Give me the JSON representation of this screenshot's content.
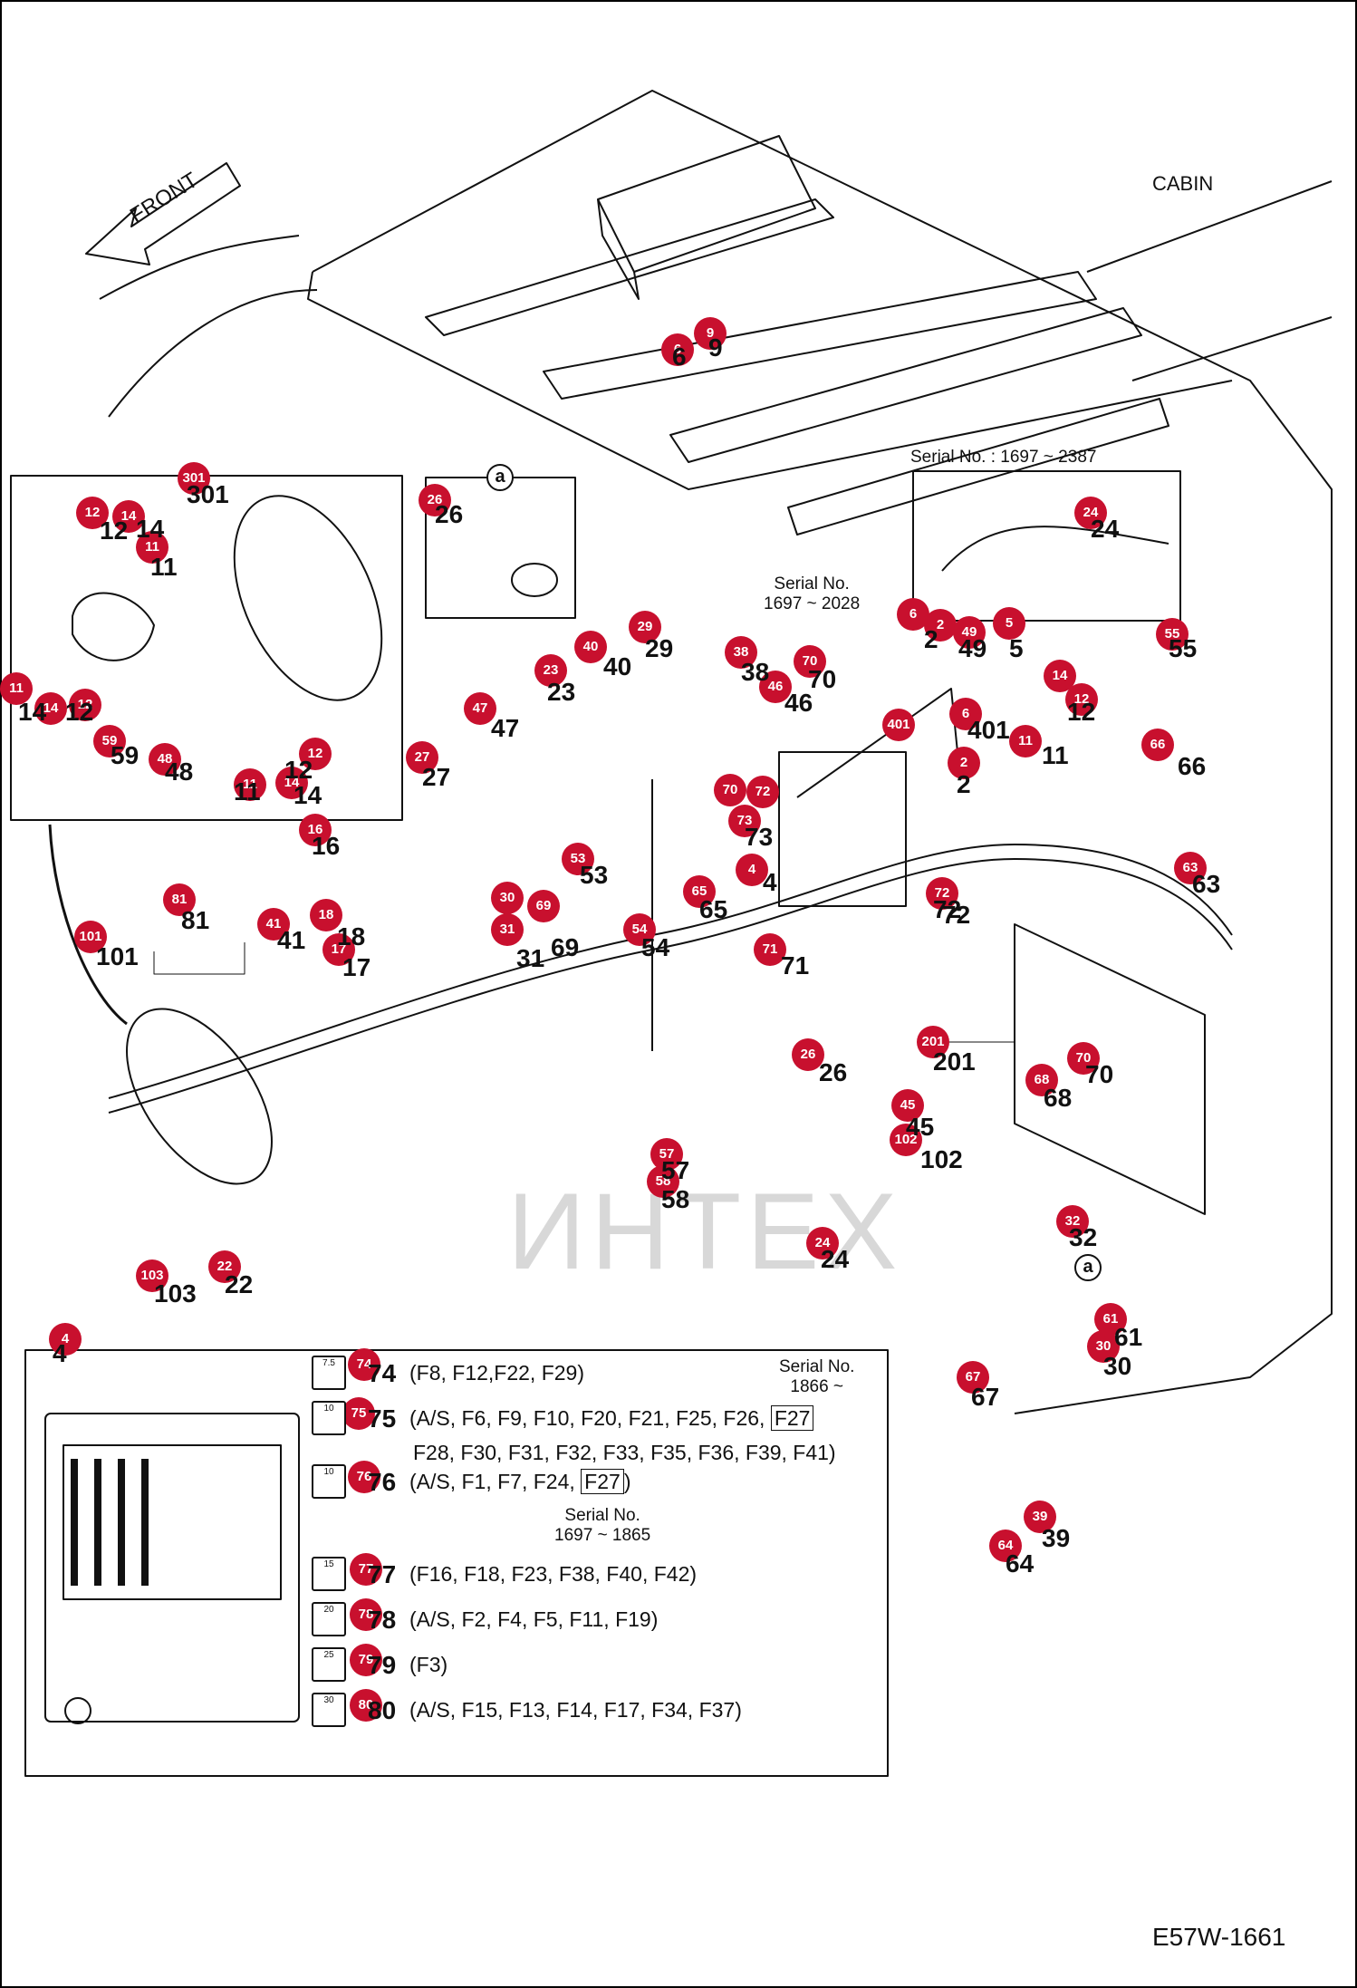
{
  "labels": {
    "front": "FRONT",
    "cabin": "CABIN",
    "drawing_code": "E57W-1661",
    "watermark": "ИНТЕХ",
    "detail_a": "a"
  },
  "serial_notes": [
    {
      "id": "s1",
      "text": "Serial No. : 1697 ~ 2387"
    },
    {
      "id": "s2",
      "text": "Serial No.\n1697 ~ 2028"
    }
  ],
  "callouts": [
    {
      "n": "6"
    },
    {
      "n": "9"
    },
    {
      "n": "301"
    },
    {
      "n": "12"
    },
    {
      "n": "14"
    },
    {
      "n": "11"
    },
    {
      "n": "26"
    },
    {
      "n": "11"
    },
    {
      "n": "14"
    },
    {
      "n": "12"
    },
    {
      "n": "59"
    },
    {
      "n": "48"
    },
    {
      "n": "12"
    },
    {
      "n": "14"
    },
    {
      "n": "11"
    },
    {
      "n": "24"
    },
    {
      "n": "6"
    },
    {
      "n": "2"
    },
    {
      "n": "49"
    },
    {
      "n": "5"
    },
    {
      "n": "55"
    },
    {
      "n": "29"
    },
    {
      "n": "40"
    },
    {
      "n": "23"
    },
    {
      "n": "38"
    },
    {
      "n": "70"
    },
    {
      "n": "46"
    },
    {
      "n": "47"
    },
    {
      "n": "27"
    },
    {
      "n": "14"
    },
    {
      "n": "12"
    },
    {
      "n": "6"
    },
    {
      "n": "401"
    },
    {
      "n": "11"
    },
    {
      "n": "66"
    },
    {
      "n": "2"
    },
    {
      "n": "70"
    },
    {
      "n": "72"
    },
    {
      "n": "73"
    },
    {
      "n": "4"
    },
    {
      "n": "16"
    },
    {
      "n": "53"
    },
    {
      "n": "63"
    },
    {
      "n": "81"
    },
    {
      "n": "41"
    },
    {
      "n": "18"
    },
    {
      "n": "101"
    },
    {
      "n": "30"
    },
    {
      "n": "69"
    },
    {
      "n": "31"
    },
    {
      "n": "65"
    },
    {
      "n": "54"
    },
    {
      "n": "17"
    },
    {
      "n": "71"
    },
    {
      "n": "72"
    },
    {
      "n": "26"
    },
    {
      "n": "201"
    },
    {
      "n": "70"
    },
    {
      "n": "68"
    },
    {
      "n": "45"
    },
    {
      "n": "102"
    },
    {
      "n": "57"
    },
    {
      "n": "58"
    },
    {
      "n": "32"
    },
    {
      "n": "24"
    },
    {
      "n": "103"
    },
    {
      "n": "22"
    },
    {
      "n": "61"
    },
    {
      "n": "30"
    },
    {
      "n": "67"
    },
    {
      "n": "39"
    },
    {
      "n": "64"
    },
    {
      "n": "4"
    },
    {
      "n": "74"
    },
    {
      "n": "75"
    },
    {
      "n": "76"
    },
    {
      "n": "77"
    },
    {
      "n": "78"
    },
    {
      "n": "79"
    },
    {
      "n": "80"
    }
  ],
  "part_numbers": [
    {
      "n": "6"
    },
    {
      "n": "9"
    },
    {
      "n": "301"
    },
    {
      "n": "12"
    },
    {
      "n": "14"
    },
    {
      "n": "11"
    },
    {
      "n": "26"
    },
    {
      "n": "14"
    },
    {
      "n": "12"
    },
    {
      "n": "59"
    },
    {
      "n": "48"
    },
    {
      "n": "12"
    },
    {
      "n": "11"
    },
    {
      "n": "14"
    },
    {
      "n": "24"
    },
    {
      "n": "2"
    },
    {
      "n": "49"
    },
    {
      "n": "5"
    },
    {
      "n": "55"
    },
    {
      "n": "29"
    },
    {
      "n": "40"
    },
    {
      "n": "23"
    },
    {
      "n": "38"
    },
    {
      "n": "70"
    },
    {
      "n": "46"
    },
    {
      "n": "47"
    },
    {
      "n": "27"
    },
    {
      "n": "12"
    },
    {
      "n": "401"
    },
    {
      "n": "11"
    },
    {
      "n": "66"
    },
    {
      "n": "2"
    },
    {
      "n": "72"
    },
    {
      "n": "73"
    },
    {
      "n": "4"
    },
    {
      "n": "16"
    },
    {
      "n": "53"
    },
    {
      "n": "63"
    },
    {
      "n": "81"
    },
    {
      "n": "41"
    },
    {
      "n": "18"
    },
    {
      "n": "101"
    },
    {
      "n": "69"
    },
    {
      "n": "31"
    },
    {
      "n": "65"
    },
    {
      "n": "54"
    },
    {
      "n": "17"
    },
    {
      "n": "71"
    },
    {
      "n": "72"
    },
    {
      "n": "26"
    },
    {
      "n": "201"
    },
    {
      "n": "70"
    },
    {
      "n": "68"
    },
    {
      "n": "45"
    },
    {
      "n": "102"
    },
    {
      "n": "57"
    },
    {
      "n": "58"
    },
    {
      "n": "32"
    },
    {
      "n": "24"
    },
    {
      "n": "103"
    },
    {
      "n": "22"
    },
    {
      "n": "61"
    },
    {
      "n": "30"
    },
    {
      "n": "67"
    },
    {
      "n": "39"
    },
    {
      "n": "64"
    },
    {
      "n": "4"
    }
  ],
  "fuses": [
    {
      "id": "74",
      "text": "(F8, F12,F22, F29)"
    },
    {
      "id": "75",
      "text": "(A/S, F6, F9, F10, F20, F21, F25, F26, ",
      "boxed": "F27",
      "after": "",
      "line2": "F28, F30, F31, F32, F33, F35, F36, F39, F41)"
    },
    {
      "id": "76",
      "text": "(A/S, F1, F7, F24, ",
      "boxed": "F27",
      "after": ")"
    },
    {
      "id": "77",
      "text": "(F16, F18, F23, F38, F40, F42)"
    },
    {
      "id": "78",
      "text": "(A/S, F2, F4, F5, F11, F19)"
    },
    {
      "id": "79",
      "text": "(F3)"
    },
    {
      "id": "80",
      "text": "(A/S, F15, F13, F14, F17, F34, F37)"
    }
  ],
  "fuse_notes": [
    {
      "id": "fn1",
      "text": "Serial No.\n1866 ~"
    },
    {
      "id": "fn2",
      "text": "Serial No.\n1697 ~ 1865"
    }
  ],
  "fuse_ratings": [
    "7.5",
    "10",
    "10",
    "15",
    "20",
    "25",
    "30"
  ],
  "colors": {
    "callout": "#c8102e",
    "line": "#111111",
    "watermark": "#d8d8d8"
  }
}
